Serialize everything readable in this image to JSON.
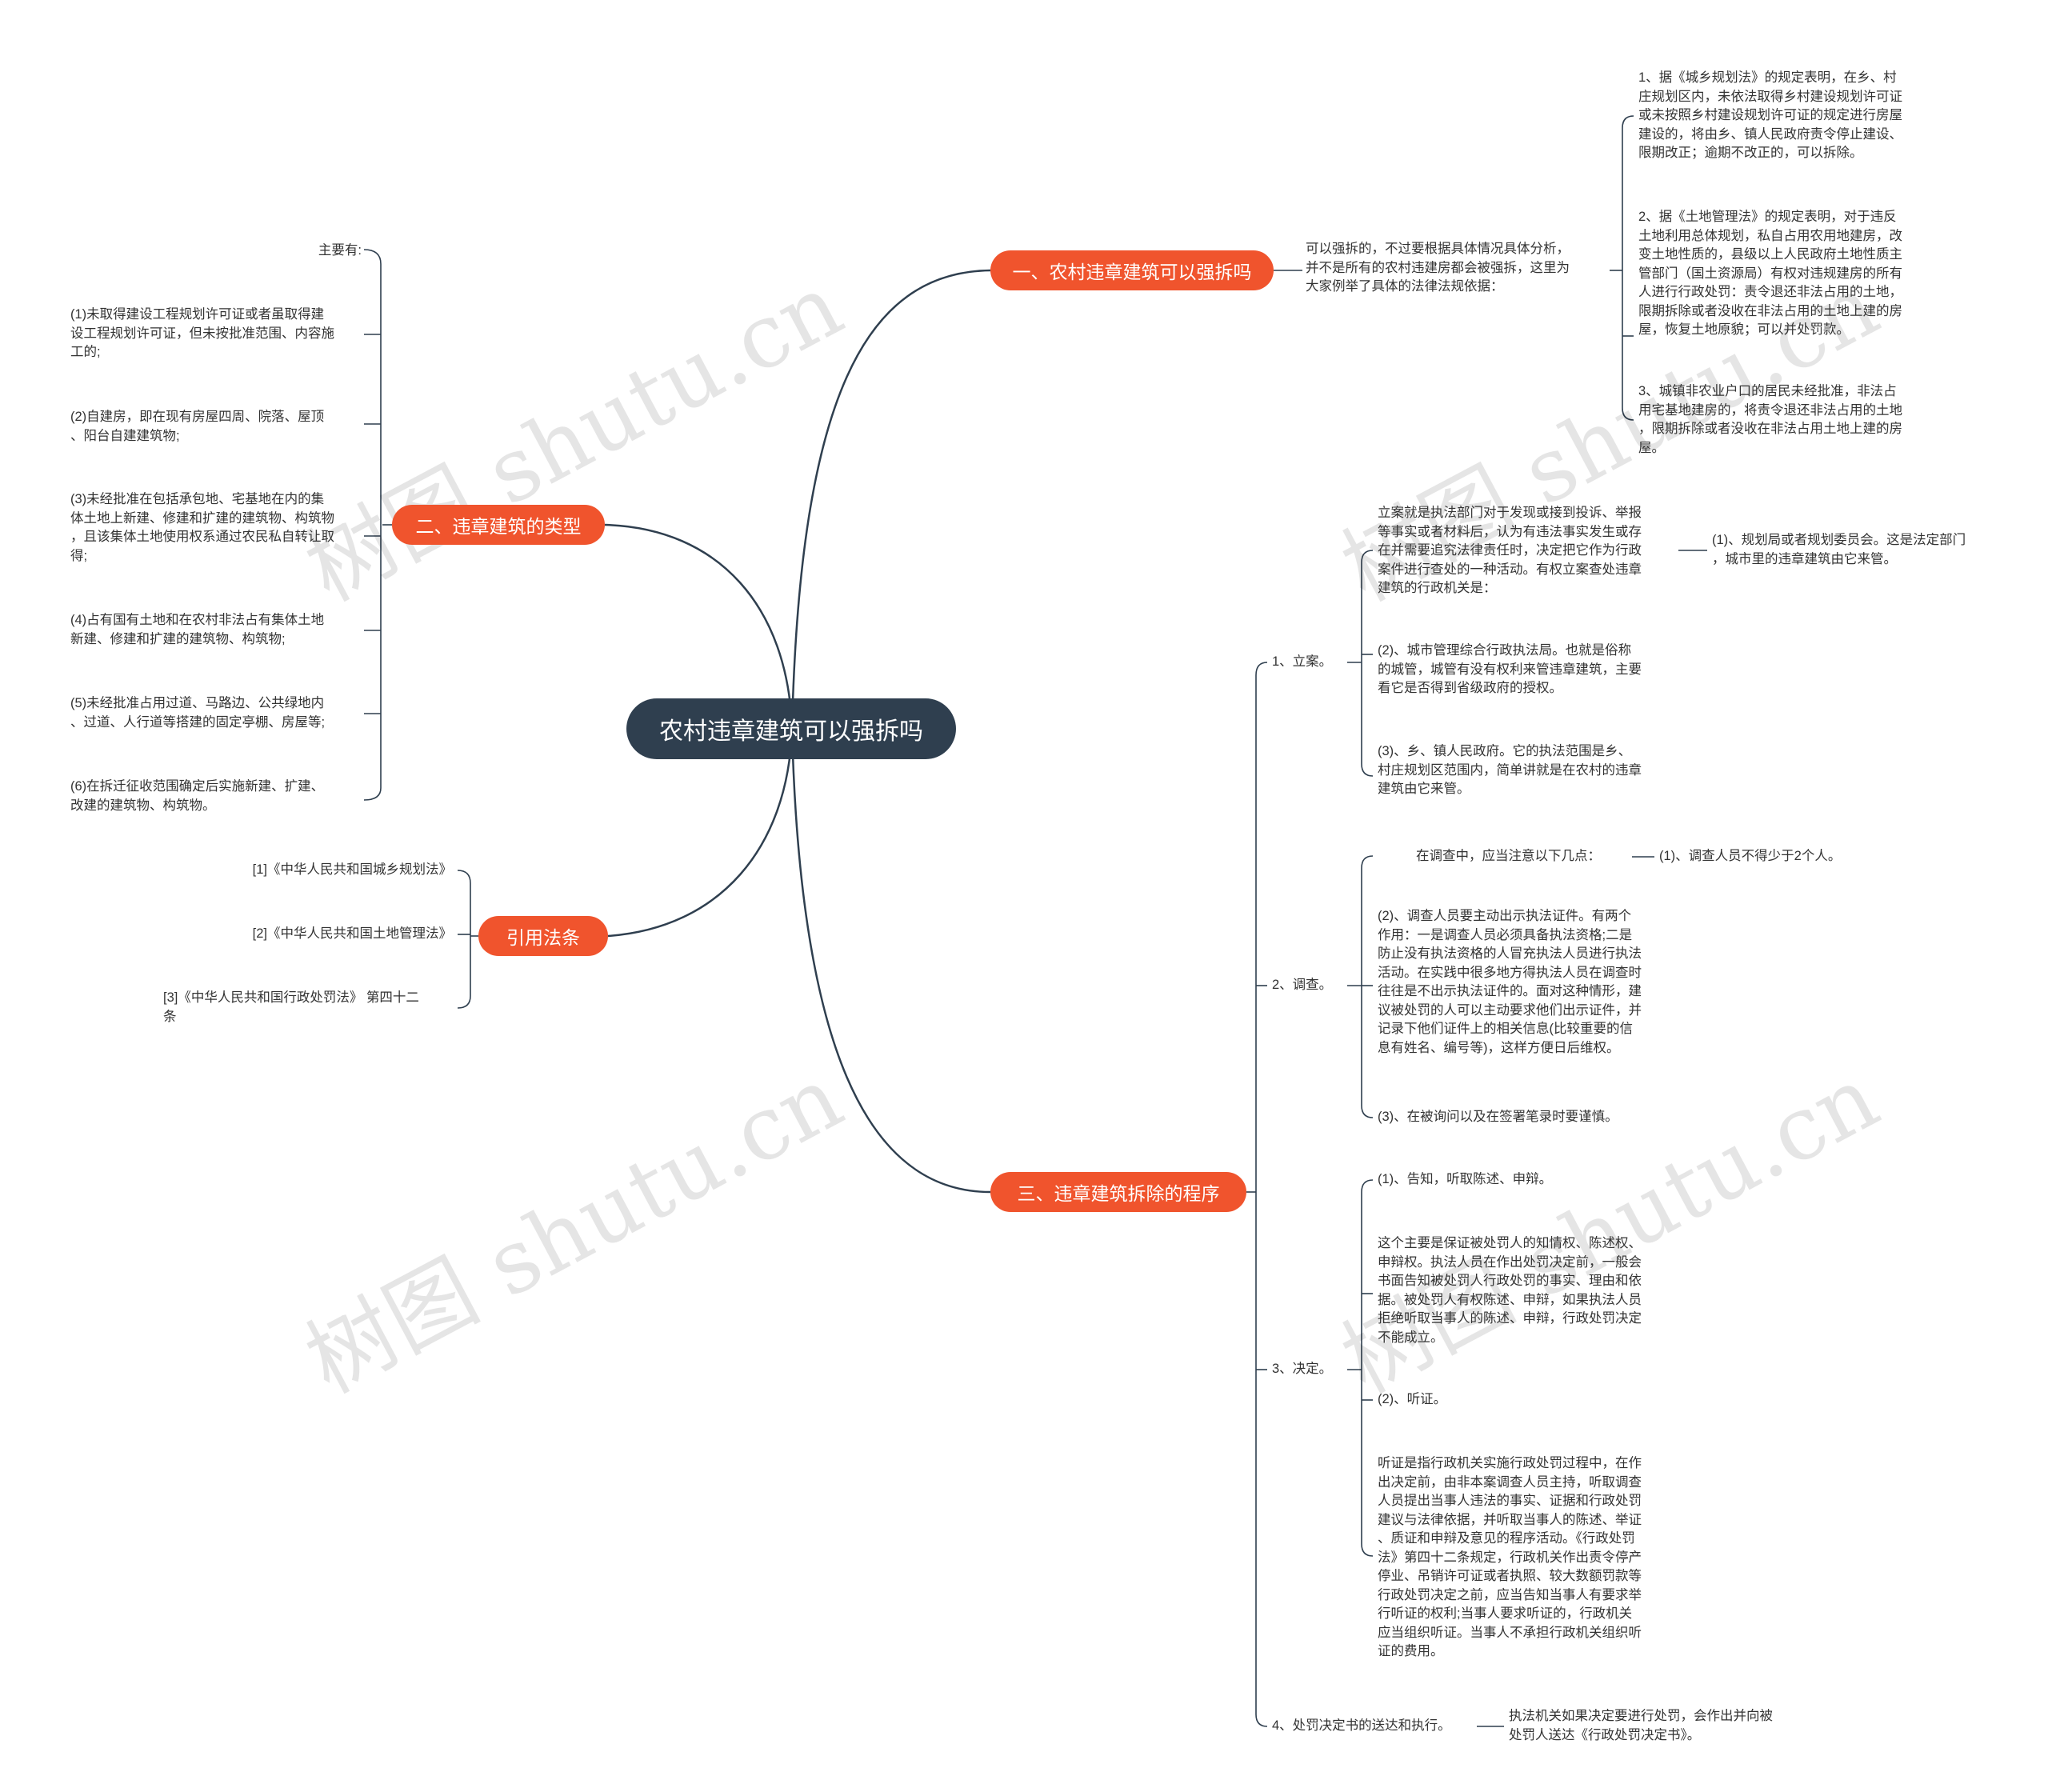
{
  "watermark": "树图 shutu.cn",
  "root": "农村违章建筑可以强拆吗",
  "branches": {
    "b1": "一、农村违章建筑可以强拆吗",
    "b2": "二、违章建筑的类型",
    "b3": "三、违章建筑拆除的程序",
    "b4": "引用法条"
  },
  "b1": {
    "intro": "可以强拆的，不过要根据具体情况具体分析，\n并不是所有的农村违建房都会被强拆，这里为\n大家例举了具体的法律法规依据：",
    "items": [
      "1、据《城乡规划法》的规定表明，在乡、村\n庄规划区内，未依法取得乡村建设规划许可证\n或未按照乡村建设规划许可证的规定进行房屋\n建设的，将由乡、镇人民政府责令停止建设、\n限期改正；逾期不改正的，可以拆除。",
      "2、据《土地管理法》的规定表明，对于违反\n土地利用总体规划，私自占用农用地建房，改\n变土地性质的，县级以上人民政府土地性质主\n管部门（国土资源局）有权对违规建房的所有\n人进行行政处罚：责令退还非法占用的土地，\n限期拆除或者没收在非法占用的土地上建的房\n屋，恢复土地原貌；可以并处罚款。",
      "3、城镇非农业户口的居民未经批准，非法占\n用宅基地建房的，将责令退还非法占用的土地\n，限期拆除或者没收在非法占用土地上建的房\n屋。"
    ]
  },
  "b2": {
    "intro": "主要有:",
    "items": [
      "(1)未取得建设工程规划许可证或者虽取得建\n设工程规划许可证，但未按批准范围、内容施\n工的;",
      "(2)自建房，即在现有房屋四周、院落、屋顶\n、阳台自建建筑物;",
      "(3)未经批准在包括承包地、宅基地在内的集\n体土地上新建、修建和扩建的建筑物、构筑物\n，且该集体土地使用权系通过农民私自转让取\n得;",
      "(4)占有国有土地和在农村非法占有集体土地\n新建、修建和扩建的建筑物、构筑物;",
      "(5)未经批准占用过道、马路边、公共绿地内\n、过道、人行道等搭建的固定亭棚、房屋等;",
      "(6)在拆迁征收范围确定后实施新建、扩建、\n改建的建筑物、构筑物。"
    ]
  },
  "b4": {
    "items": [
      "[1]《中华人民共和国城乡规划法》",
      "[2]《中华人民共和国土地管理法》",
      "[3]《中华人民共和国行政处罚法》 第四十二\n条"
    ]
  },
  "b3": {
    "s1": {
      "label": "1、立案。",
      "intro": "立案就是执法部门对于发现或接到投诉、举报\n等事实或者材料后，认为有违法事实发生或存\n在并需要追究法律责任时，决定把它作为行政\n案件进行查处的一种活动。有权立案查处违章\n建筑的行政机关是：",
      "intro_child": "(1)、规划局或者规划委员会。这是法定部门\n，城市里的违章建筑由它来管。",
      "items": [
        "(2)、城市管理综合行政执法局。也就是俗称\n的城管，城管有没有权利来管违章建筑，主要\n看它是否得到省级政府的授权。",
        "(3)、乡、镇人民政府。它的执法范围是乡、\n村庄规划区范围内，简单讲就是在农村的违章\n建筑由它来管。"
      ]
    },
    "s2": {
      "label": "2、调查。",
      "intro": "在调查中，应当注意以下几点：",
      "intro_child": "(1)、调查人员不得少于2个人。",
      "items": [
        "(2)、调查人员要主动出示执法证件。有两个\n作用：一是调查人员必须具备执法资格;二是\n防止没有执法资格的人冒充执法人员进行执法\n活动。在实践中很多地方得执法人员在调查时\n往往是不出示执法证件的。面对这种情形，建\n议被处罚的人可以主动要求他们出示证件，并\n记录下他们证件上的相关信息(比较重要的信\n息有姓名、编号等)，这样方便日后维权。",
        "(3)、在被询问以及在签署笔录时要谨慎。"
      ]
    },
    "s3": {
      "label": "3、决定。",
      "items": [
        "(1)、告知，听取陈述、申辩。",
        "这个主要是保证被处罚人的知情权、陈述权、\n申辩权。执法人员在作出处罚决定前，一般会\n书面告知被处罚人行政处罚的事实、理由和依\n据。被处罚人有权陈述、申辩，如果执法人员\n拒绝听取当事人的陈述、申辩，行政处罚决定\n不能成立。",
        "(2)、听证。",
        "听证是指行政机关实施行政处罚过程中，在作\n出决定前，由非本案调查人员主持，听取调查\n人员提出当事人违法的事实、证据和行政处罚\n建议与法律依据，并听取当事人的陈述、举证\n、质证和申辩及意见的程序活动。《行政处罚\n法》第四十二条规定，行政机关作出责令停产\n停业、吊销许可证或者执照、较大数额罚款等\n行政处罚决定之前，应当告知当事人有要求举\n行听证的权利;当事人要求听证的，行政机关\n应当组织听证。当事人不承担行政机关组织听\n证的费用。"
      ]
    },
    "s4": {
      "label": "4、处罚决定书的送达和执行。",
      "child": "执法机关如果决定要进行处罚，会作出并向被\n处罚人送达《行政处罚决定书》。"
    }
  }
}
